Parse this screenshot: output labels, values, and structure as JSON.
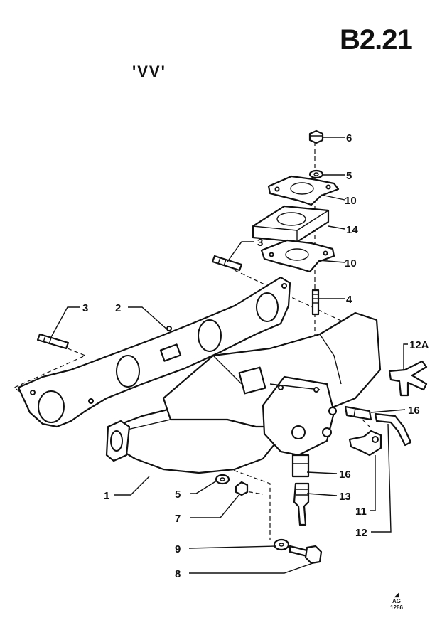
{
  "header": {
    "page_code": "B2.21",
    "variant": "'VV'"
  },
  "callouts": {
    "c1": "1",
    "c2": "2",
    "c3a": "3",
    "c3b": "3",
    "c4": "4",
    "c5a": "5",
    "c5b": "5",
    "c6": "6",
    "c7": "7",
    "c8": "8",
    "c9": "9",
    "c10a": "10",
    "c10b": "10",
    "c11": "11",
    "c12": "12",
    "c12a": "12A",
    "c13": "13",
    "c14": "14",
    "c16a": "16",
    "c16b": "16"
  },
  "stamp": {
    "line1": "AG",
    "line2": "1286"
  }
}
